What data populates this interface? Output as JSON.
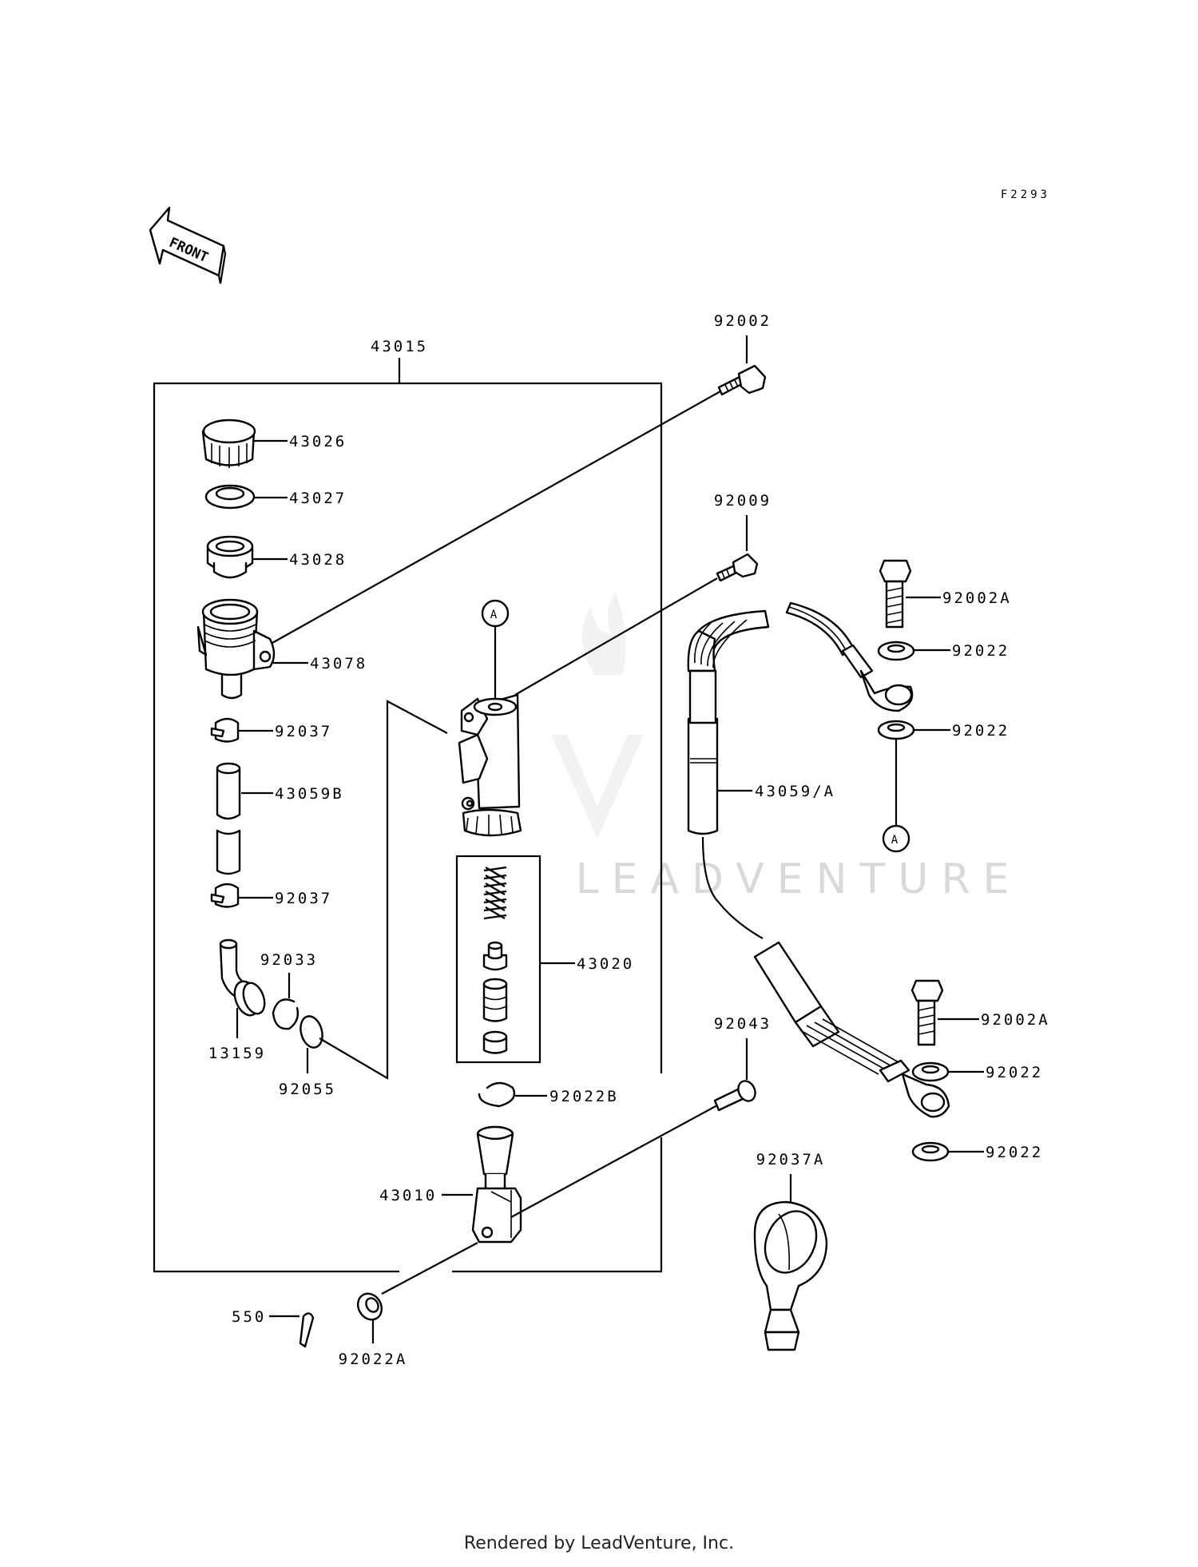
{
  "diagram_code": "F2293",
  "front_label": "FRONT",
  "watermark_text": "LEADVENTURE",
  "ref_marker": "A",
  "parts": {
    "p43015": "43015",
    "p92002": "92002",
    "p43026": "43026",
    "p43027": "43027",
    "p43028": "43028",
    "p43078": "43078",
    "p92009": "92009",
    "p92002A_top": "92002A",
    "p92022_1": "92022",
    "p92022_2": "92022",
    "p92037_1": "92037",
    "p43059B": "43059B",
    "p43059A": "43059/A",
    "p92037_2": "92037",
    "p92033": "92033",
    "p43020": "43020",
    "p13159": "13159",
    "p92055": "92055",
    "p92002A_bot": "92002A",
    "p92043": "92043",
    "p92022_3": "92022",
    "p92022B": "92022B",
    "p92022_4": "92022",
    "p92037A": "92037A",
    "p43010": "43010",
    "p550": "550",
    "p92022A": "92022A"
  },
  "footer": "Rendered by LeadVenture, Inc."
}
